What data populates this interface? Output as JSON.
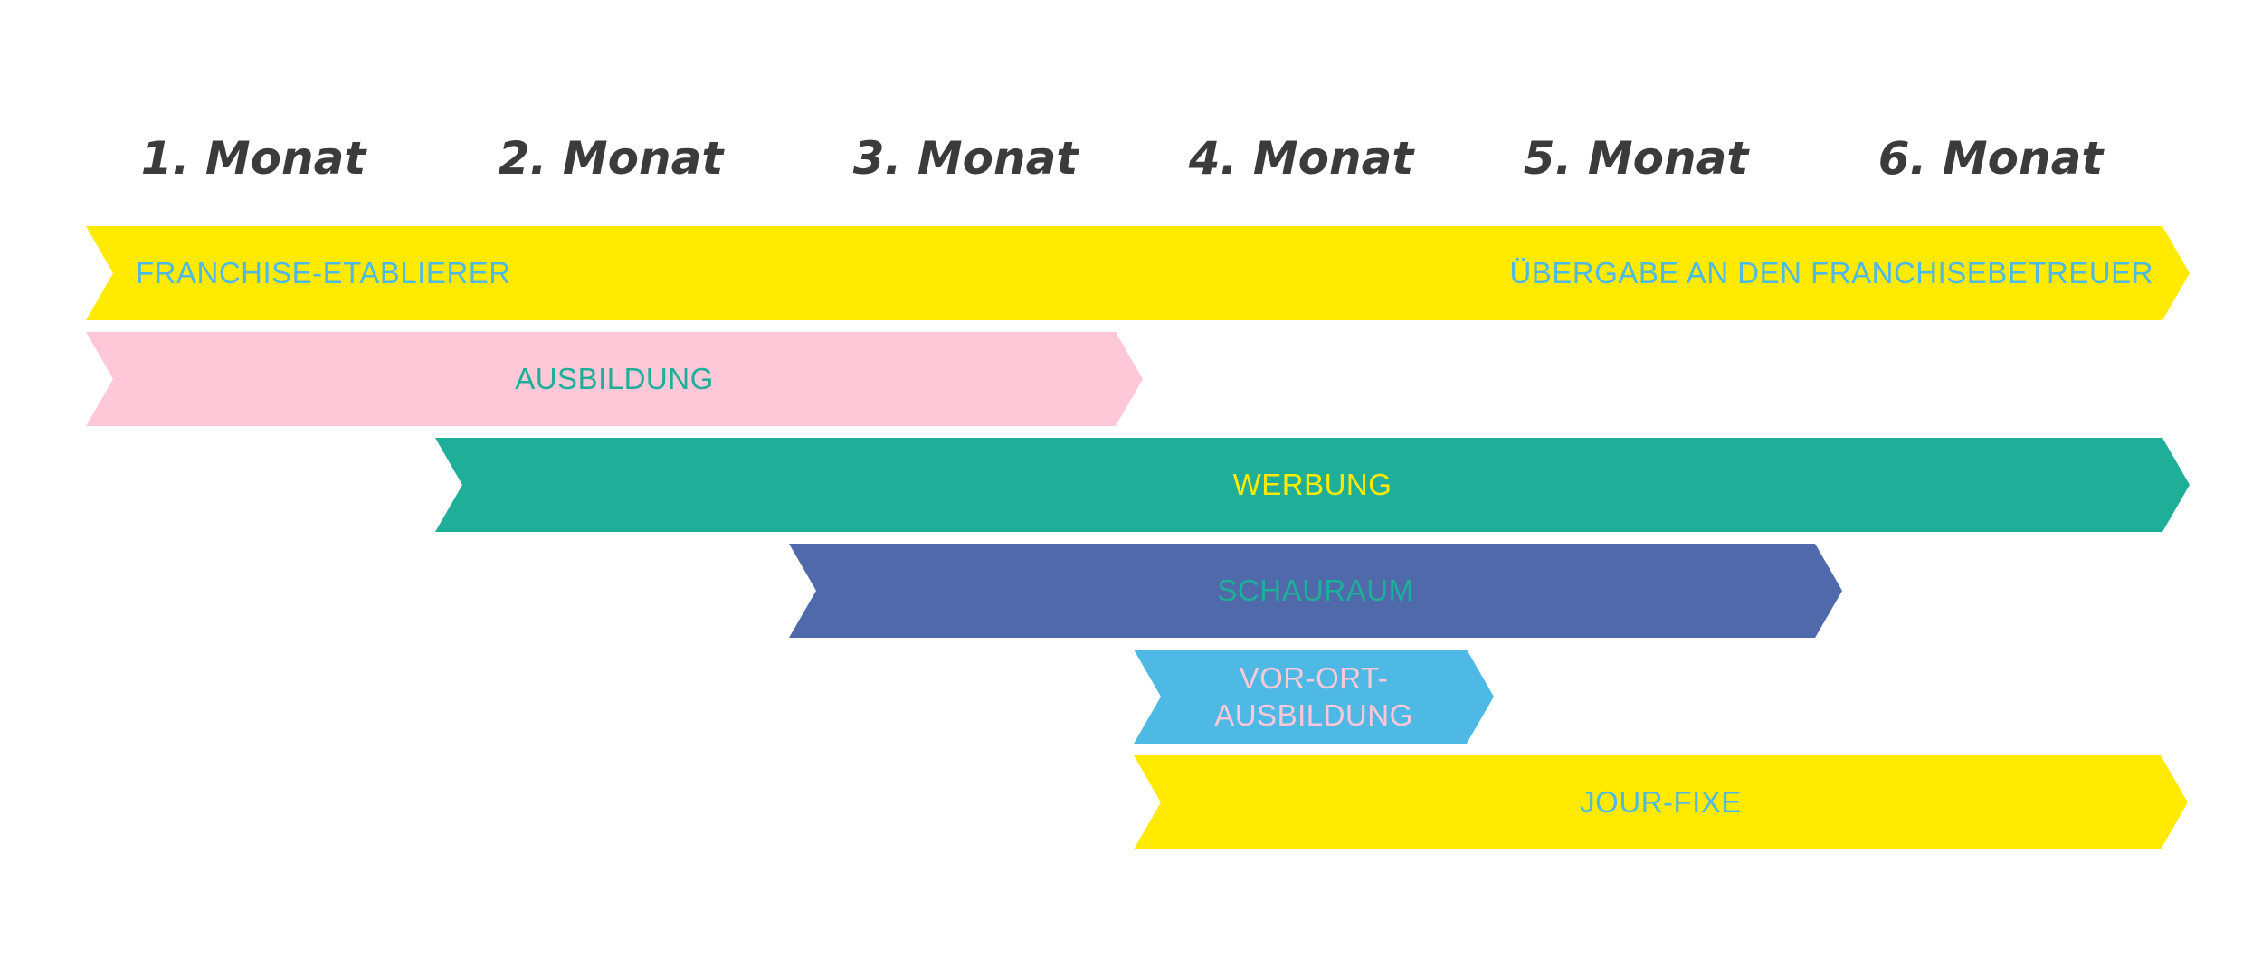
{
  "months": [
    "1. Monat",
    "2. Monat",
    "3. Monat",
    "4. Monat",
    "5. Monat",
    "6. Monat"
  ],
  "bars": {
    "franchise": {
      "start_label": "FRANCHISE-ETABLIERER",
      "end_label": "ÜBERGABE AN DEN FRANCHISEBETREUER",
      "fill": "#FFEA00",
      "text_color": "#4EB9E5"
    },
    "ausbildung": {
      "label": "AUSBILDUNG",
      "fill": "#FEC8D8",
      "text_color": "#1FAE99"
    },
    "werbung": {
      "label": "WERBUNG",
      "fill": "#1FAF98",
      "text_color": "#FFEA00"
    },
    "schauraum": {
      "label": "SCHAURAUM",
      "fill": "#4F69AA",
      "text_color": "#1FAE99"
    },
    "vor_ort": {
      "label_line1": "VOR-ORT-",
      "label_line2": "AUSBILDUNG",
      "fill": "#4FB9E5",
      "text_color": "#FEC8D8"
    },
    "jour_fixe": {
      "label": "JOUR-FIXE",
      "fill": "#FFEA00",
      "text_color": "#4EB9E5"
    }
  }
}
